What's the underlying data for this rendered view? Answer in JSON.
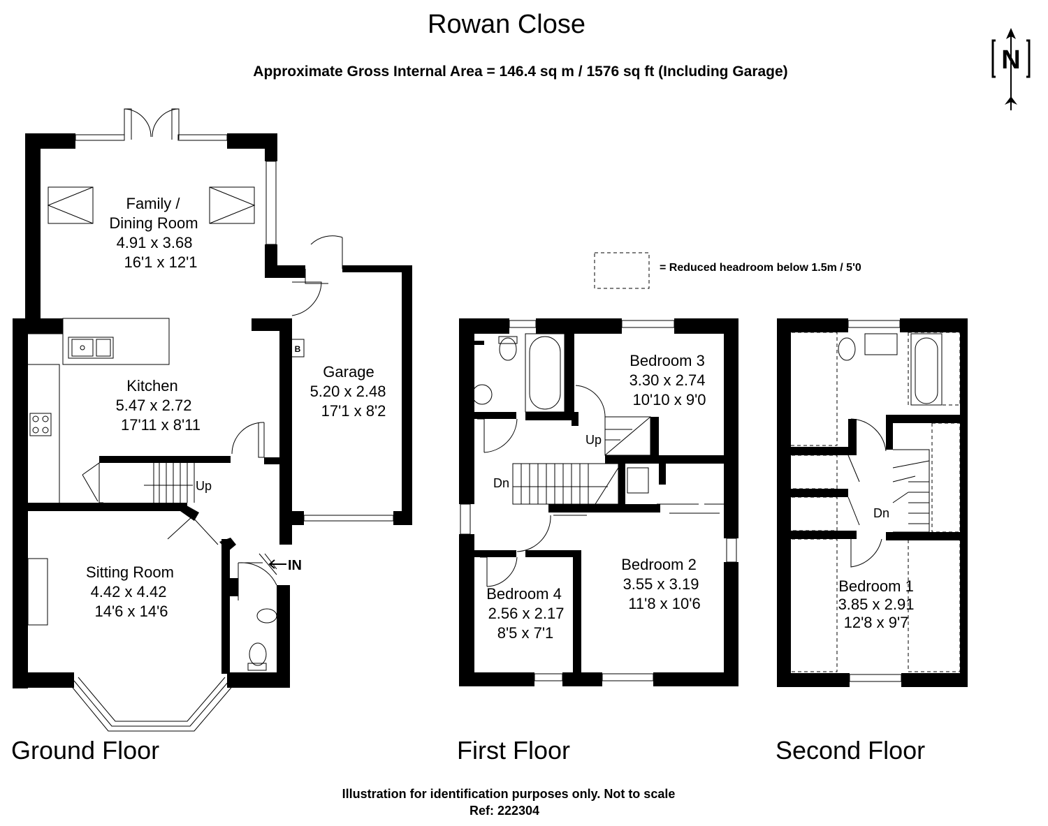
{
  "title": "Rowan Close",
  "subtitle": "Approximate Gross Internal Area = 146.4 sq m / 1576 sq ft (Including Garage)",
  "legend": {
    "text": "= Reduced headroom below 1.5m / 5'0"
  },
  "compass": {
    "letter": "N"
  },
  "floors": {
    "ground": "Ground Floor",
    "first": "First Floor",
    "second": "Second Floor"
  },
  "rooms": {
    "family": {
      "name1": "Family /",
      "name2": "Dining Room",
      "metric": "4.91 x 3.68",
      "imperial": "16'1 x 12'1"
    },
    "kitchen": {
      "name": "Kitchen",
      "metric": "5.47 x 2.72",
      "imperial": "17'11 x 8'11"
    },
    "garage": {
      "name": "Garage",
      "metric": "5.20 x 2.48",
      "imperial": "17'1 x 8'2"
    },
    "sitting": {
      "name": "Sitting Room",
      "metric": "4.42 x 4.42",
      "imperial": "14'6 x 14'6"
    },
    "bedroom3": {
      "name": "Bedroom 3",
      "metric": "3.30 x 2.74",
      "imperial": "10'10 x 9'0"
    },
    "bedroom2": {
      "name": "Bedroom 2",
      "metric": "3.55 x 3.19",
      "imperial": "11'8 x 10'6"
    },
    "bedroom4": {
      "name": "Bedroom 4",
      "metric": "2.56 x 2.17",
      "imperial": "8'5 x 7'1"
    },
    "bedroom1": {
      "name": "Bedroom 1",
      "metric": "3.85 x 2.91",
      "imperial": "12'8 x 9'7"
    }
  },
  "labels": {
    "boiler": "B",
    "stairs_up_ground": "Up",
    "entrance": "IN",
    "stairs_up_first": "Up",
    "stairs_down_first": "Dn",
    "stairs_down_second": "Dn"
  },
  "footer": {
    "note": "Illustration for identification purposes only. Not to scale",
    "ref": "Ref: 222304"
  }
}
